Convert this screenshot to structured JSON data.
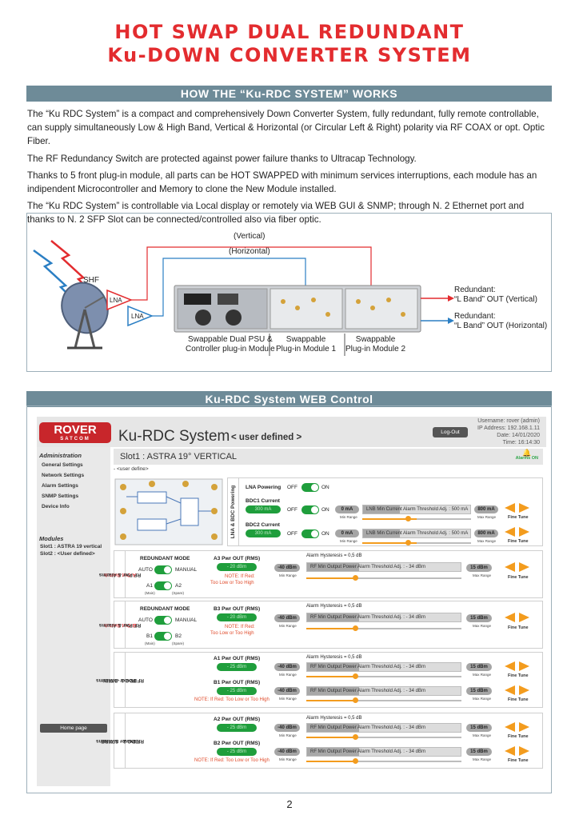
{
  "title": {
    "line1": "HOT SWAP DUAL REDUNDANT",
    "line2": "Ku-DOWN CONVERTER SYSTEM"
  },
  "section1": {
    "heading": "HOW THE “Ku-RDC SYSTEM” WORKS"
  },
  "intro": [
    "The “Ku RDC System” is a compact and comprehensively Down Converter System, fully redundant, fully remote controllable, can supply simultaneously Low & High Band, Vertical & Horizontal (or Circular Left & Right) polarity via RF COAX or opt. Optic Fiber.",
    "The RF Redundancy Switch are protected against power failure thanks to Ultracap Technology.",
    "Thanks to 5 front plug-in module, all parts can be HOT SWAPPED with minimum services interruptions, each module has an indipendent Microcontroller and Memory to clone the New Module installed.",
    "The “Ku RDC System” is controllable via Local display or remotely via WEB GUI & SNMP; through N. 2 Ethernet port and thanks to N. 2 SFP Slot can be connected/controlled also via fiber optic."
  ],
  "diagram": {
    "vertical": "(Vertical)",
    "horizontal": "(Horizontal)",
    "shf": "SHF",
    "lna": "LNA",
    "out_v1": "Redundant:",
    "out_v2": "“L Band” OUT (Vertical)",
    "out_h1": "Redundant:",
    "out_h2": "“L Band” OUT (Horizontal)",
    "cap1a": "Swappable Dual PSU &",
    "cap1b": "Controller plug-in Module",
    "cap2a": "Swappable",
    "cap2b": "Plug-in Module 1",
    "cap3a": "Swappable",
    "cap3b": "Plug-in Module 2"
  },
  "section2": {
    "heading": "Ku-RDC System WEB Control"
  },
  "web": {
    "logo": "ROVER",
    "logo_sub": "SATCOM",
    "app_title": "Ku-RDC System",
    "app_sub": "< user defined >",
    "logout": "Log-Out",
    "username": "Username: rover (admin)",
    "ip": "IP Address: 192.168.1.11",
    "date": "Date: 14/01/2020",
    "time": "Time: 16:14:30",
    "sidebar": {
      "admin": "Administration",
      "items": [
        "General Settings",
        "Network Settings",
        "Alarm Settings",
        "SNMP Settings",
        "Device Info"
      ],
      "modules": "Modules",
      "slot1": "Slot1 : ASTRA 19 vertical",
      "slot2": "Slot2 : <User defined>",
      "home": "Home page"
    },
    "slot_label": "Slot1 :  ASTRA 19° VERTICAL",
    "alarms": "Alarms ON",
    "user_define": "- <user define>",
    "lna": {
      "vlabel": "LNA & BDC Powering",
      "powering": "LNA Powering",
      "off": "OFF",
      "on": "ON",
      "bdc1": "BDC1 Current",
      "bdc2": "BDC2 Current",
      "cur_val": "300 mA",
      "min": "0 mA",
      "min_label": "Min Range",
      "thr": "LNB Min Current Alarm Threshold Adj. : 500 mA",
      "max": "800 mA",
      "max_label": "Max Range",
      "fine": "Fine Tune"
    },
    "aout": {
      "vlabel1": "A Out Switch",
      "vlabel2": "RF Pwr & Alarms",
      "mode": "REDUNDANT MODE",
      "auto": "AUTO",
      "manual": "MANUAL",
      "a1": "A1",
      "a2": "A2",
      "main": "(Main)",
      "spare": "(Spare)",
      "pwr": "A3 Pwr OUT (RMS)",
      "pwr_val": "- 20 dBm",
      "note1": "NOTE: If Red:",
      "note2": "Too Low or Too High",
      "hyst": "Alarm Hysteresis = 0,5 dB",
      "min": "-40 dBm",
      "thr": "RF Min Output Power Alarm Threshold Adj. : - 34 dBm",
      "max": "15 dBm"
    },
    "bout": {
      "vlabel1": "B Out Switch",
      "vlabel2": "RF Pwr & Alarms",
      "b1": "B1",
      "b2": "B2",
      "pwr": "B3 Pwr OUT (RMS)"
    },
    "bdc1": {
      "vlabel1": "BDC 1 - MAIN",
      "vlabel2": "RF Power & Alarms",
      "pwr1": "A1 Pwr OUT (RMS)",
      "pwr2": "B1 Pwr OUT (RMS)",
      "pwr_val": "- 25 dBm",
      "note": "NOTE: If Red: Too Low or Too High"
    },
    "bdc2": {
      "vlabel1": "BDC 2 - SPARE",
      "vlabel2": "RF Power & Alarms",
      "pwr1": "A2 Pwr OUT (RMS)",
      "pwr2": "B2 Pwr OUT (RMS)"
    }
  },
  "page_number": "2"
}
